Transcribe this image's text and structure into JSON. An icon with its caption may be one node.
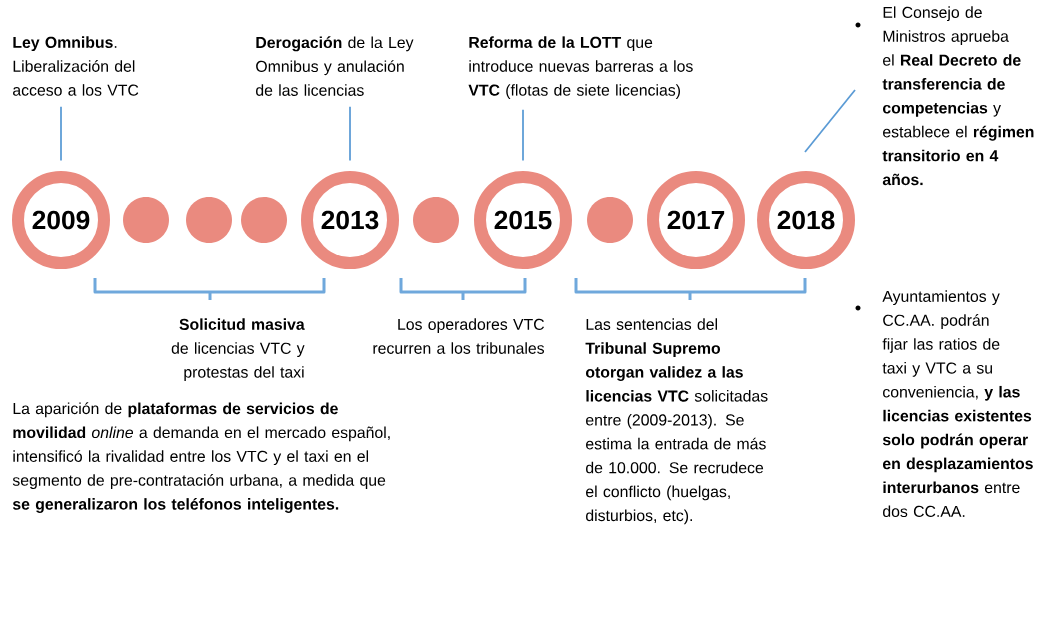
{
  "diagram": {
    "nodes": [
      {
        "text": [
          "2009"
        ]
      },
      {
        "text": [],
        "shape": "circle"
      },
      {
        "text": [],
        "shape": "circle"
      },
      {
        "text": [],
        "shape": "circle"
      },
      {
        "text": [
          "2013"
        ]
      },
      {
        "text": [],
        "shape": "circle"
      },
      {
        "text": [
          "2015"
        ]
      },
      {
        "text": [],
        "shape": "circle"
      },
      {
        "text": [
          "2017"
        ]
      },
      {
        "text": [
          "2018"
        ]
      },
      {
        "text": [
          "**Ley Omnibus**. Liberalización del acceso a los VTC"
        ]
      },
      {
        "text": [
          "**Derogación** de la Ley Omnibus y anulación de las licencias"
        ]
      },
      {
        "text": [
          "**Reforma de la LOTT** que introduce nuevas barreras a los **VTC** (flotas de siete licencias)"
        ]
      },
      {
        "text": [
          "El Consejo de Ministros aprueba el **Real Decreto de transferencia de competencias** y establece el **régimen transitorio en 4 años.**"
        ]
      }
    ],
    "edges": [
      {
        "from": 10,
        "to": 0,
        "arrow": "none"
      },
      {
        "from": 11,
        "to": 4,
        "arrow": "none"
      },
      {
        "from": 12,
        "to": 6,
        "arrow": "none"
      },
      {
        "from": 13,
        "to": 9,
        "arrow": "none"
      }
    ],
    "labels": [
      "**Solicitud masiva** de licencias VTC y protestas del taxi",
      "Los operadores VTC recurren a los tribunales",
      "Las sentencias del **Tribunal Supremo otorgan validez a las licencias VTC** solicitadas entre (2009-2013). Se estima la entrada de más de 10.000. Se recrudece el conflicto (huelgas, disturbios, etc).",
      "La aparición de **plataformas de servicios de movilidad** *online* a demanda en el mercado español, intensificó la rivalidad entre los VTC y el taxi en el segmento de pre-contratación urbana, a medida que **se generalizaron los teléfonos inteligentes.**",
      "Ayuntamientos y CC.AA. podrán fijar las ratios de taxi y VTC a su conveniencia, **y las licencias existentes solo podrán operar en desplazamientos interurbanos** entre dos CC.AA."
    ]
  }
}
